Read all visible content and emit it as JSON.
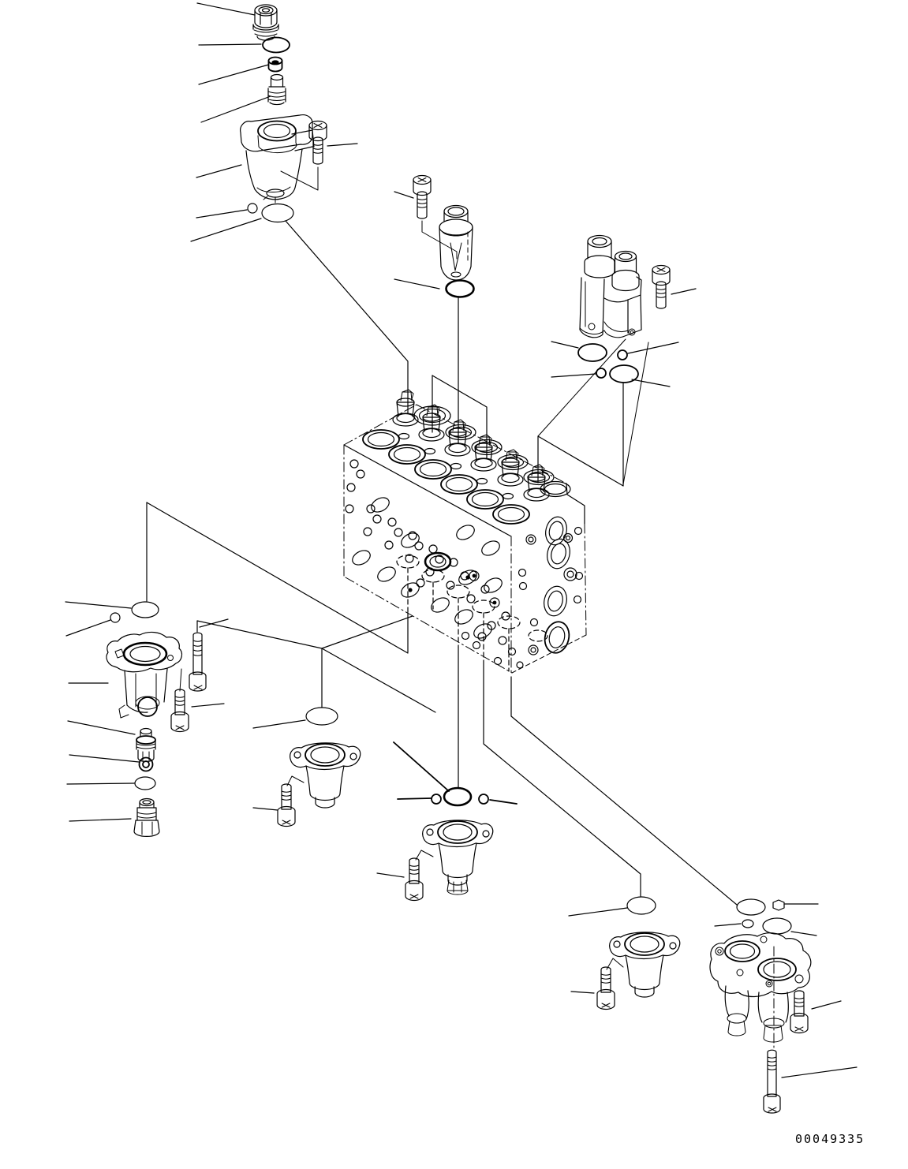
{
  "doc": {
    "part_number": "00049335"
  },
  "diagram": {
    "type": "exploded-parts-diagram",
    "subject": "hydraulic-control-valve-assembly",
    "ink_color": "#000000",
    "background_color": "#ffffff",
    "components": [
      "hex-plug-fitting",
      "o-ring",
      "cap-nut",
      "threaded-plug",
      "pilot-valve-housing",
      "socket-bolt",
      "valve-cartridge",
      "main-control-valve-body",
      "solenoid-valve-block",
      "left-end-cover",
      "relief-plug",
      "backup-ring",
      "bell-cover",
      "double-bore-cover",
      "long-socket-bolt"
    ]
  }
}
